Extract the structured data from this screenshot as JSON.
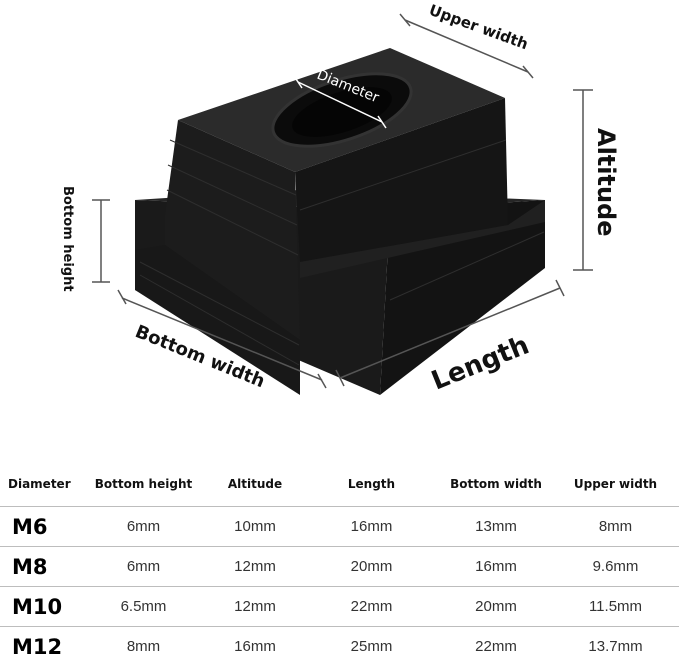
{
  "diagram": {
    "labels": {
      "upper_width": "Upper width",
      "diameter": "Diameter",
      "altitude": "Altitude",
      "bottom_height": "Bottom height",
      "bottom_width": "Bottom width",
      "length": "Length"
    },
    "colors": {
      "body": "#1b1b1b",
      "face_light": "#2c2c2c",
      "face_dark": "#111111",
      "line": "#555555"
    }
  },
  "table": {
    "headers": [
      "Diameter",
      "Bottom height",
      "Altitude",
      "Length",
      "Bottom width",
      "Upper width"
    ],
    "rows": [
      {
        "size": "M6",
        "bottom_height": "6mm",
        "altitude": "10mm",
        "length": "16mm",
        "bottom_width": "13mm",
        "upper_width": "8mm"
      },
      {
        "size": "M8",
        "bottom_height": "6mm",
        "altitude": "12mm",
        "length": "20mm",
        "bottom_width": "16mm",
        "upper_width": "9.6mm"
      },
      {
        "size": "M10",
        "bottom_height": "6.5mm",
        "altitude": "12mm",
        "length": "22mm",
        "bottom_width": "20mm",
        "upper_width": "11.5mm"
      },
      {
        "size": "M12",
        "bottom_height": "8mm",
        "altitude": "16mm",
        "length": "25mm",
        "bottom_width": "22mm",
        "upper_width": "13.7mm"
      }
    ]
  }
}
